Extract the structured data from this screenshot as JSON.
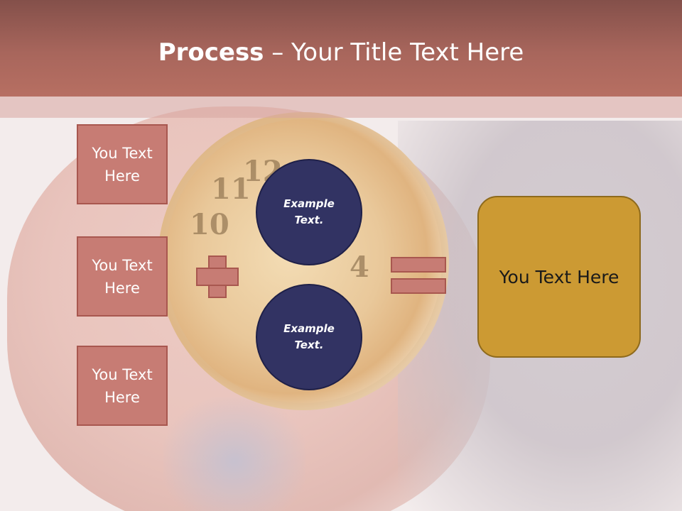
{
  "slide": {
    "title_bold": "Process",
    "title_rest": " – Your Title Text Here"
  },
  "left_boxes": [
    {
      "label": "You Text Here"
    },
    {
      "label": "You Text Here"
    },
    {
      "label": "You Text Here"
    }
  ],
  "circles": [
    {
      "label": "Example Text."
    },
    {
      "label": "Example Text."
    }
  ],
  "result_box": {
    "label": "You Text Here"
  },
  "operators": {
    "plus": "plus-icon",
    "equals": "equals-icon"
  },
  "colors": {
    "header": "#a8665c",
    "box_fill": "#c77c74",
    "circle_fill": "#323363",
    "result_fill": "#cc9a33"
  }
}
